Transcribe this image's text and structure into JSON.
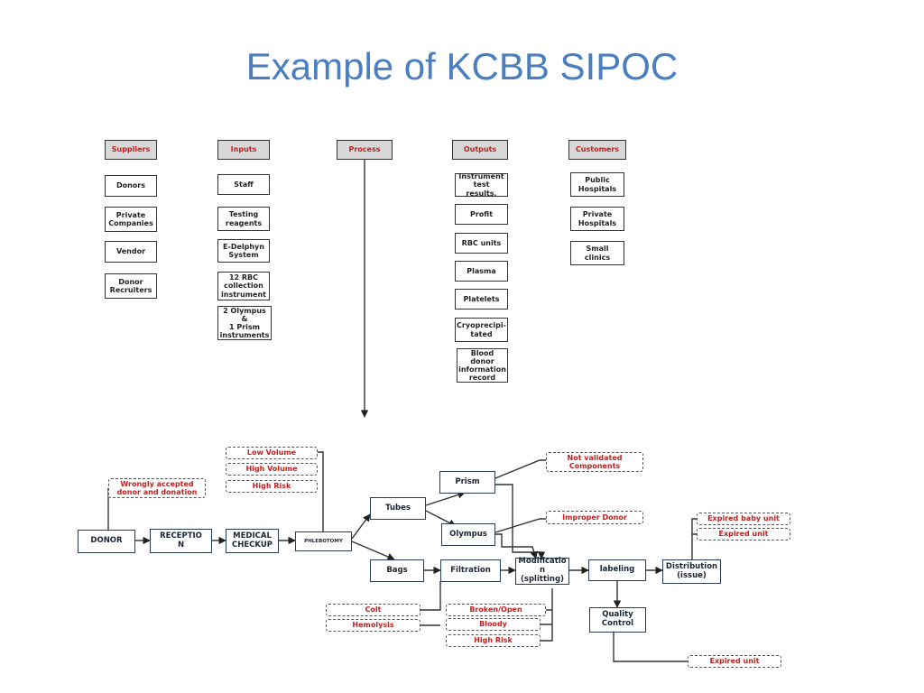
{
  "title": "Example of KCBB SIPOC",
  "sipoc": {
    "suppliers": {
      "header": "Suppliers",
      "items": [
        "Donors",
        "Private\nCompanies",
        "Vendor",
        "Donor\nRecruiters"
      ]
    },
    "inputs": {
      "header": "Inputs",
      "items": [
        "Staff",
        "Testing\nreagents",
        "E-Delphyn\nSystem",
        "12 RBC\ncollection\ninstrument",
        "2 Olympus\n&\n1 Prism\ninstruments"
      ]
    },
    "process": {
      "header": "Process"
    },
    "outputs": {
      "header": "Outputs",
      "items": [
        "Instrument\ntest results.",
        "Profit",
        "RBC units",
        "Plasma",
        "Platelets",
        "Cryoprecipi-\ntated",
        "Blood\ndonor\ninformation\nrecord"
      ]
    },
    "customers": {
      "header": "Customers",
      "items": [
        "Public\nHospitals",
        "Private\nHospitals",
        "Small\nclinics"
      ]
    }
  },
  "flow": {
    "donor": "DONOR",
    "reception": "RECEPTIO\nN",
    "medical": "MEDICAL\nCHECKUP",
    "phlebotomy": "PHLEBOTOMY",
    "tubes": "Tubes",
    "bags": "Bags",
    "prism": "Prism",
    "olympus": "Olympus",
    "filtration": "Filtration",
    "modification": "Modificatio\nn\n(splitting)",
    "labeling": "labeling",
    "distribution": "Distribution\n(issue)",
    "quality": "Quality\nControl"
  },
  "risks": {
    "wrongly": "Wrongly accepted\ndonor and donation",
    "low_volume": "Low Volume",
    "high_volume": "High Volume",
    "high_risk": "High Risk",
    "not_validated": "Not validated\nComponents",
    "improper_donor": "Improper Donor",
    "expired_baby": "Expired baby unit",
    "expired_unit": "Expired unit",
    "colt": "Colt",
    "hemolysis": "Hemolysis",
    "broken_open": "Broken/Open",
    "bloody": "Bloody",
    "high_risk_2": "High Risk",
    "expired_unit_2": "Expired unit"
  },
  "colors": {
    "title": "#4a7ebf",
    "risk_text": "#c41e1e",
    "header_fill": "#d8d8d8"
  }
}
